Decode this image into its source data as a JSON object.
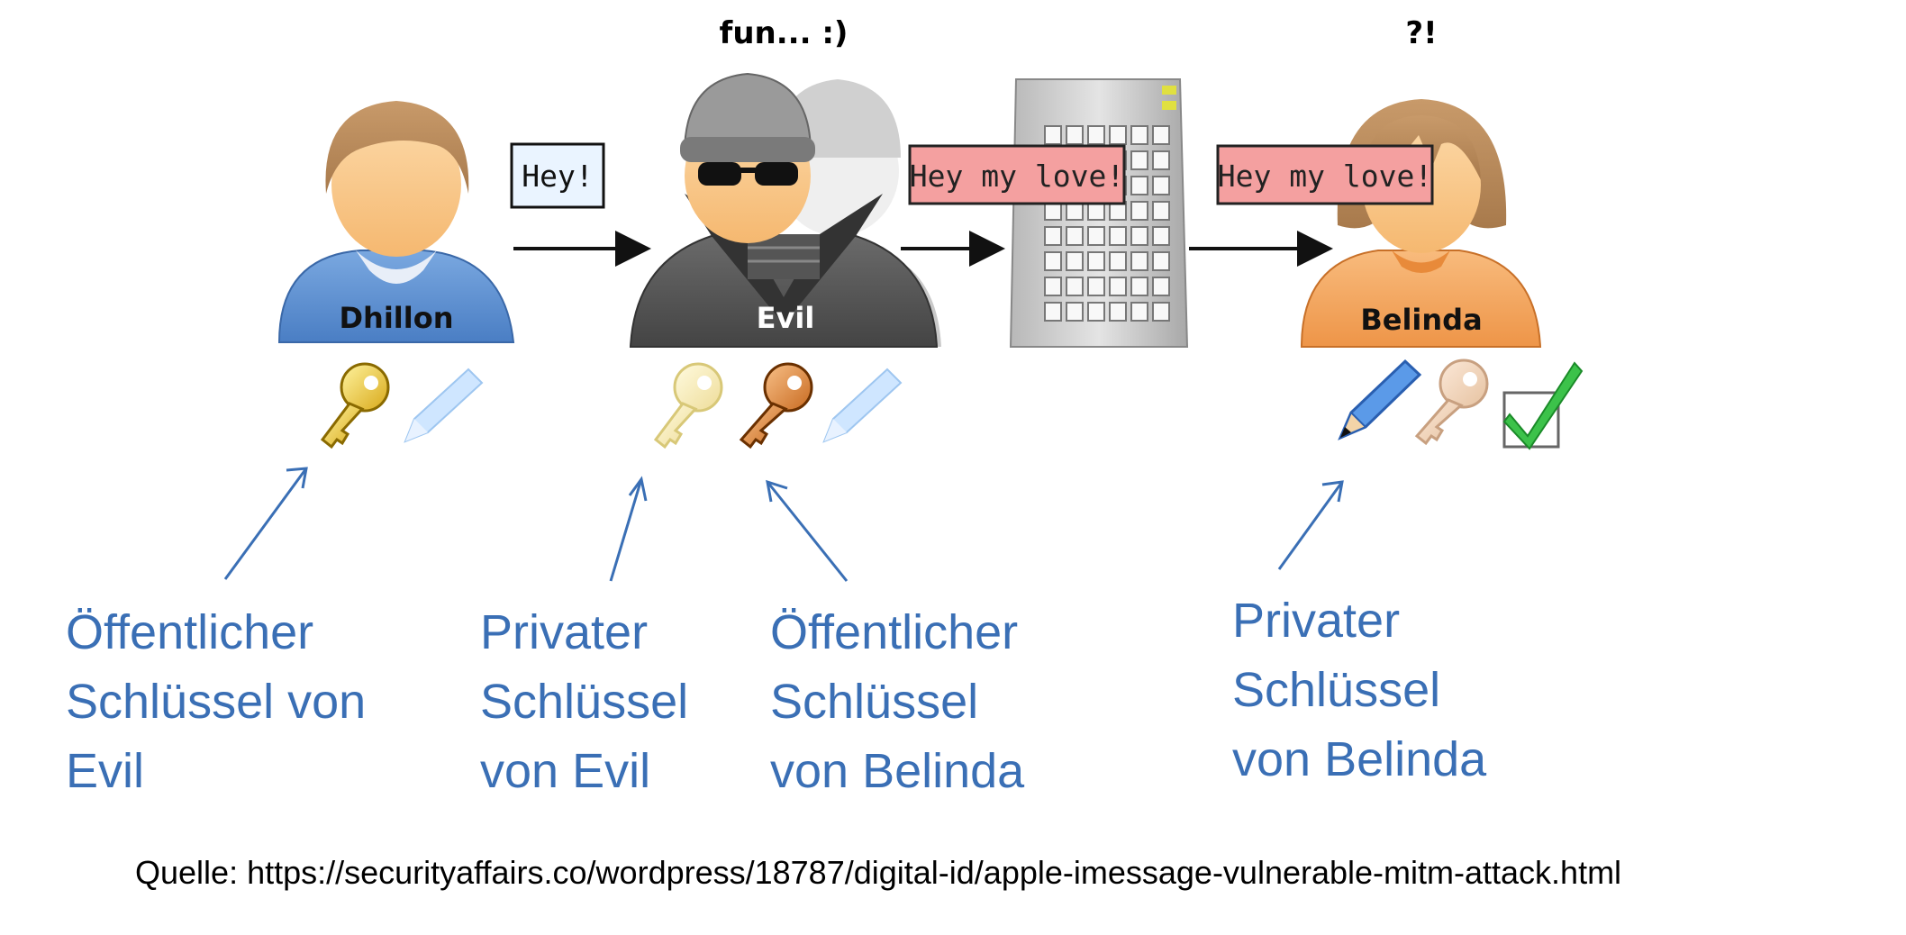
{
  "top_labels": {
    "evil": "fun... :)",
    "belinda": "?!"
  },
  "people": {
    "dhillon": "Dhillon",
    "evil": "Evil",
    "belinda": "Belinda"
  },
  "bubbles": {
    "b1": "Hey!",
    "b2": "Hey my love!",
    "b3": "Hey my love!"
  },
  "captions": {
    "c1": [
      "Öffentlicher",
      "Schlüssel von",
      "Evil"
    ],
    "c2": [
      "Privater",
      "Schlüssel",
      "von Evil"
    ],
    "c3": [
      "Öffentlicher",
      "Schlüssel",
      "von Belinda"
    ],
    "c4": [
      "Privater",
      "Schlüssel",
      "von Belinda"
    ]
  },
  "source": "Quelle: https://securityaffairs.co/wordpress/18787/digital-id/apple-imessage-vulnerable-mitm-attack.html",
  "colors": {
    "caption_blue": "#3a6fb5",
    "dhillon_shirt": "#5b8fd0",
    "evil_coat": "#5a5a5a",
    "belinda_shirt": "#f2a461",
    "bubble_red": "#f4a0a0",
    "bubble_blue": "#eaf4ff",
    "check_green": "#3cc24a"
  },
  "icons": [
    "gold-key-icon",
    "orange-key-icon",
    "pale-key-icon",
    "pen-icon",
    "checkbox-check-icon",
    "server-icon",
    "arrow-right-icon"
  ]
}
